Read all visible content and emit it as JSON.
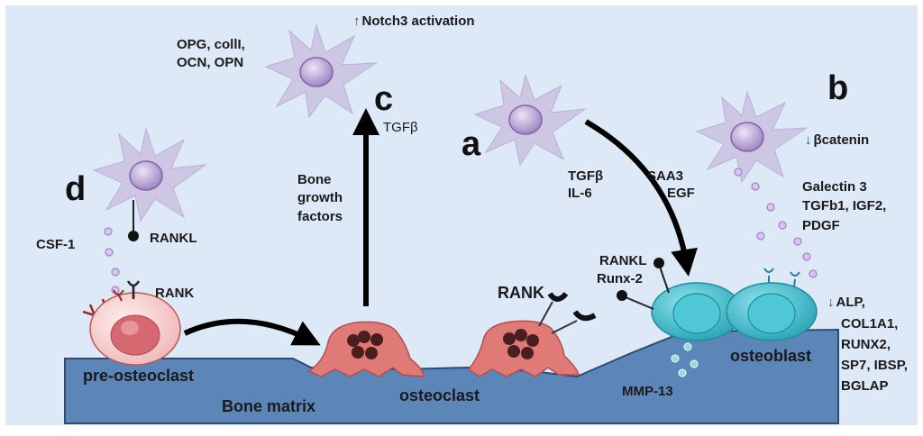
{
  "colors": {
    "background": "#dde9f6",
    "bone_matrix": "#5d86b8",
    "osteocyte": "#cdc7e4",
    "osteocyte_nucleus": "#9b7ec0",
    "osteoclast": "#e07a77",
    "osteoclast_nuclei": "#4a1e1e",
    "osteoblast": "#39b9c8",
    "pre_osteoclast": "#f4c6c6",
    "arrow": "#000000"
  },
  "panels": {
    "a": "a",
    "b": "b",
    "c": "c",
    "d": "d"
  },
  "labels": {
    "notch3": "Notch3 activation",
    "c_factors": [
      "OPG, collI,",
      "OCN, OPN"
    ],
    "tgfb_c": "TGFβ",
    "bone_growth_factors": [
      "Bone",
      "growth",
      "factors"
    ],
    "a_left": [
      "TGFβ",
      "IL-6"
    ],
    "a_right": [
      "SAA3",
      "EGF"
    ],
    "beta_catenin": "βcatenin",
    "b_factors": [
      "Galectin 3",
      "TGFb1, IGF2,",
      "PDGF"
    ],
    "csf1": "CSF-1",
    "rankl_d": "RANKL",
    "rank_d": "RANK",
    "rank_mid": "RANK",
    "rankl_runx2": [
      "RANKL",
      "Runx-2"
    ],
    "b_genes_first": "ALP,",
    "b_genes": [
      "COL1A1,",
      "RUNX2,",
      "SP7, IBSP,",
      "BGLAP"
    ],
    "pre_osteoclast": "pre-osteoclast",
    "bone_matrix": "Bone matrix",
    "osteoclast": "osteoclast",
    "osteoblast": "osteoblast",
    "mmp13": "MMP-13"
  }
}
